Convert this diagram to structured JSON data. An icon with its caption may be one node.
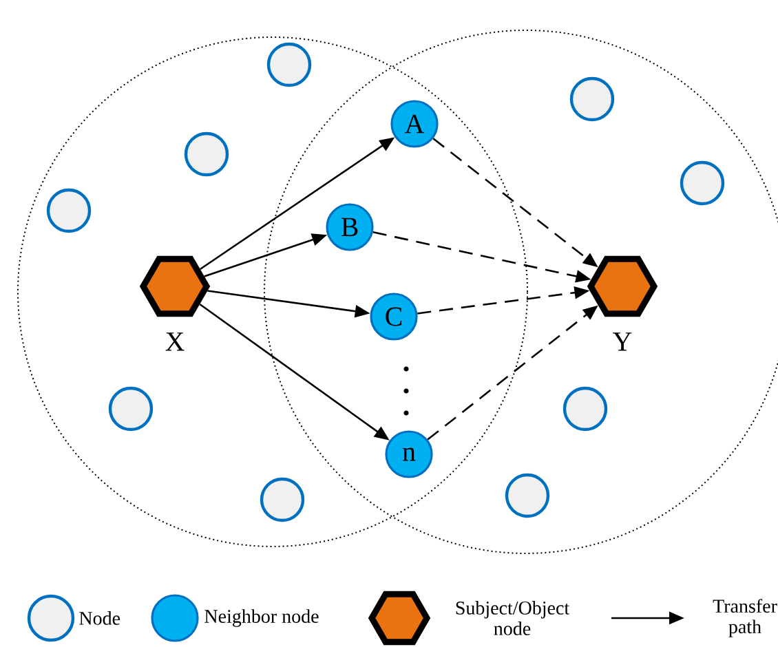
{
  "diagram": {
    "nodes": [
      {
        "text": [],
        "shape": "hexagon",
        "beside": [
          "X"
        ]
      },
      {
        "text": [],
        "shape": "hexagon",
        "beside": [
          "Y"
        ]
      },
      {
        "text": [
          "A"
        ]
      },
      {
        "text": [
          "B"
        ]
      },
      {
        "text": [
          "C"
        ]
      },
      {
        "text": [
          "n"
        ]
      },
      {
        "text": [],
        "shape": "circle"
      },
      {
        "text": [],
        "shape": "circle"
      },
      {
        "text": [],
        "shape": "circle"
      },
      {
        "text": [],
        "shape": "circle"
      },
      {
        "text": [],
        "shape": "circle"
      },
      {
        "text": [],
        "shape": "circle"
      },
      {
        "text": [],
        "shape": "circle"
      },
      {
        "text": [],
        "shape": "circle"
      },
      {
        "text": [],
        "shape": "circle"
      }
    ],
    "edges": [
      {
        "from": 0,
        "to": 2,
        "arrow": "to"
      },
      {
        "from": 0,
        "to": 3,
        "arrow": "to"
      },
      {
        "from": 0,
        "to": 4,
        "arrow": "to"
      },
      {
        "from": 0,
        "to": 5,
        "arrow": "to"
      },
      {
        "from": 2,
        "to": 1,
        "arrow": "to",
        "style": "dashed"
      },
      {
        "from": 3,
        "to": 1,
        "arrow": "to",
        "style": "dashed"
      },
      {
        "from": 4,
        "to": 1,
        "arrow": "to",
        "style": "dashed"
      },
      {
        "from": 5,
        "to": 1,
        "arrow": "to",
        "style": "dashed"
      }
    ],
    "legend": [
      {
        "text": "Node"
      },
      {
        "text": "Neighbor node"
      },
      {
        "text": "Subject/Object node"
      },
      {
        "text": "Transfer path"
      }
    ]
  }
}
